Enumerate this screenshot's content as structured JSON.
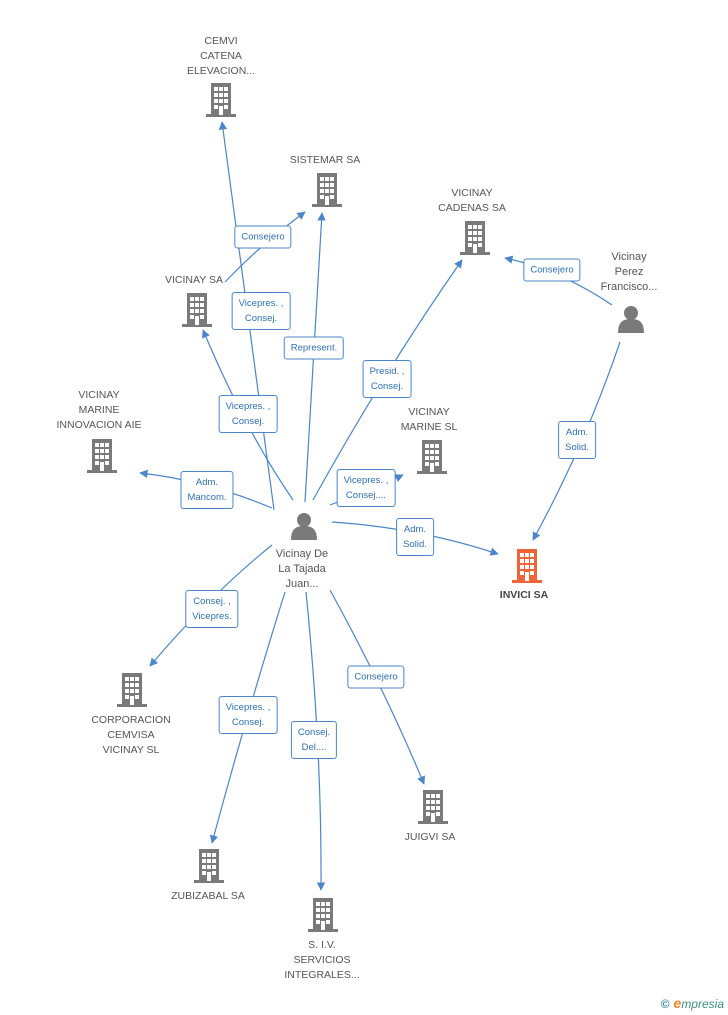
{
  "colors": {
    "edge": "#4a86c8",
    "building": "#7a7a7a",
    "focus_building": "#f0643a",
    "person": "#7a7a7a"
  },
  "nodes": [
    {
      "id": "cemvi",
      "type": "company",
      "icon": "building-icon",
      "label": [
        "CEMVI",
        "CATENA",
        "ELEVACION..."
      ]
    },
    {
      "id": "sistemar",
      "type": "company",
      "icon": "building-icon",
      "label": [
        "SISTEMAR SA"
      ]
    },
    {
      "id": "vicinay_cadenas",
      "type": "company",
      "icon": "building-icon",
      "label": [
        "VICINAY",
        "CADENAS SA"
      ]
    },
    {
      "id": "vicinay_perez",
      "type": "person",
      "icon": "person-icon",
      "label": [
        "Vicinay",
        "Perez",
        "Francisco..."
      ]
    },
    {
      "id": "vicinay_sa",
      "type": "company",
      "icon": "building-icon",
      "label": [
        "VICINAY SA"
      ]
    },
    {
      "id": "vicinay_marine_aie",
      "type": "company",
      "icon": "building-icon",
      "label": [
        "VICINAY",
        "MARINE",
        "INNOVACION AIE"
      ]
    },
    {
      "id": "vicinay_marine_sl",
      "type": "company",
      "icon": "building-icon",
      "label": [
        "VICINAY",
        "MARINE SL"
      ]
    },
    {
      "id": "invici",
      "type": "focus",
      "icon": "building-icon",
      "label": [
        "INVICI SA"
      ]
    },
    {
      "id": "vicinay_juan",
      "type": "person",
      "icon": "person-icon",
      "label": [
        "Vicinay De",
        "La Tajada",
        "Juan..."
      ]
    },
    {
      "id": "corporacion",
      "type": "company",
      "icon": "building-icon",
      "label": [
        "CORPORACION",
        "CEMVISA",
        "VICINAY  SL"
      ]
    },
    {
      "id": "juigvi",
      "type": "company",
      "icon": "building-icon",
      "label": [
        "JUIGVI SA"
      ]
    },
    {
      "id": "zubizabal",
      "type": "company",
      "icon": "building-icon",
      "label": [
        "ZUBIZABAL SA"
      ]
    },
    {
      "id": "siv",
      "type": "company",
      "icon": "building-icon",
      "label": [
        "S. I.V.",
        "SERVICIOS",
        "INTEGRALES..."
      ]
    }
  ],
  "edges": [
    {
      "id": "e_cemvi",
      "label": [
        "Vicepres. ,",
        "Consej."
      ]
    },
    {
      "id": "e_sistemar_juan",
      "label": [
        "Represent."
      ]
    },
    {
      "id": "e_sistemar_vsa",
      "label": [
        "Consejero"
      ]
    },
    {
      "id": "e_vsa",
      "label": [
        "Vicepres. ,",
        "Consej."
      ]
    },
    {
      "id": "e_cadenas_juan",
      "label": [
        "Presid. ,",
        "Consej."
      ]
    },
    {
      "id": "e_cadenas_perez",
      "label": [
        "Consejero"
      ]
    },
    {
      "id": "e_invici_perez",
      "label": [
        "Adm.",
        "Solid."
      ]
    },
    {
      "id": "e_marine_aie",
      "label": [
        "Adm.",
        "Mancom."
      ]
    },
    {
      "id": "e_marine_sl",
      "label": [
        "Vicepres. ,",
        "Consej...."
      ]
    },
    {
      "id": "e_invici_juan",
      "label": [
        "Adm.",
        "Solid."
      ]
    },
    {
      "id": "e_corporacion",
      "label": [
        "Consej. ,",
        "Vicepres."
      ]
    },
    {
      "id": "e_juigvi",
      "label": [
        "Consejero"
      ]
    },
    {
      "id": "e_zubizabal",
      "label": [
        "Vicepres. ,",
        "Consej."
      ]
    },
    {
      "id": "e_siv",
      "label": [
        "Consej.",
        "Del...."
      ]
    }
  ],
  "footer": {
    "copyright": "©",
    "brand_initial": "e",
    "brand_rest": "mpresia"
  }
}
